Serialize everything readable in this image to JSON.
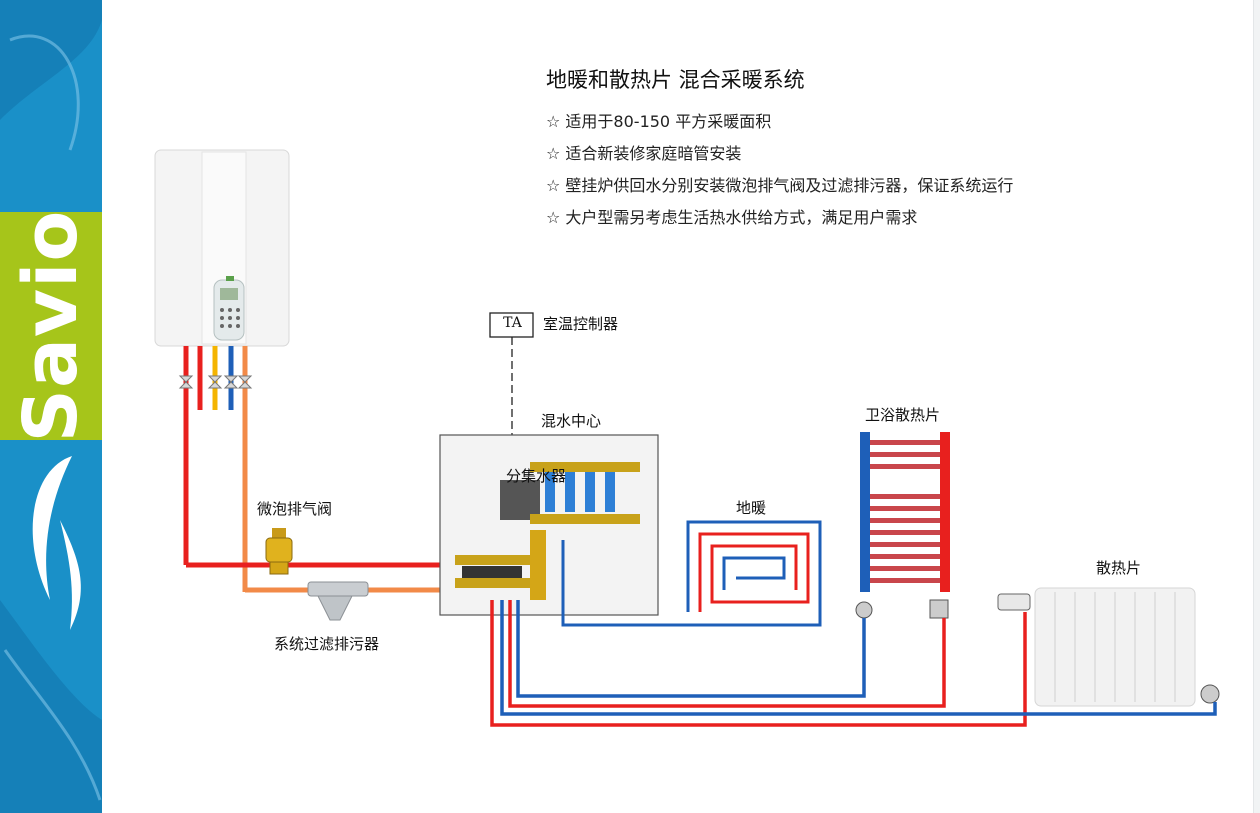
{
  "brand": {
    "name": "Savio",
    "color": "#1a90c8",
    "accent": "#a6c51a"
  },
  "header": {
    "title": "地暖和散热片 混合采暖系统",
    "features": [
      "☆ 适用于80-150 平方采暖面积",
      "☆ 适合新装修家庭暗管安装",
      "☆ 壁挂炉供回水分别安装微泡排气阀及过滤排污器，保证系统运行",
      "☆ 大户型需另考虑生活热水供给方式，满足用户需求"
    ]
  },
  "labels": {
    "thermostat_box": "TA",
    "thermostat": "室温控制器",
    "mixing_center": "混水中心",
    "manifold": "分集水器",
    "air_vent": "微泡排气阀",
    "filter": "系统过滤排污器",
    "floor_heating": "地暖",
    "bath_radiator": "卫浴散热片",
    "radiator": "散热片"
  },
  "colors": {
    "supply": "#e8201e",
    "return": "#1e5fb8",
    "return_pipe": "#f28a48",
    "gas": "#f4b400"
  }
}
